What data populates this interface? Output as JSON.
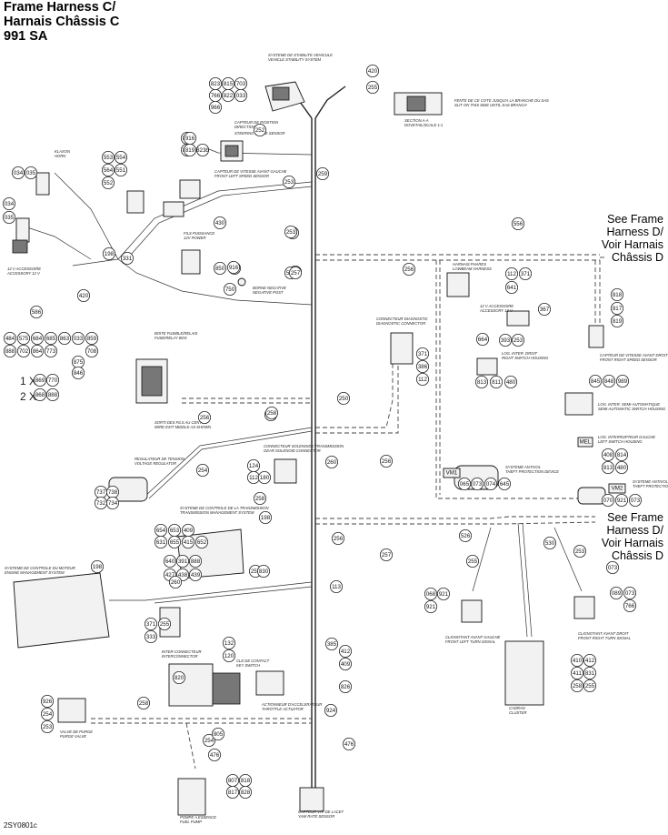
{
  "title": {
    "line1": "Frame Harness C/",
    "line2": "Harnais Châssis C",
    "line3": "991 SA"
  },
  "reference": "2SY0801c",
  "see_frame_1": {
    "l1": "See Frame",
    "l2": "Harness D/",
    "l3": "Voir Harnais",
    "l4": "Châssis D"
  },
  "see_frame_2": {
    "l1": "See Frame",
    "l2": "Harness D/",
    "l3": "Voir Harnais",
    "l4": "Châssis D"
  },
  "multipliers": {
    "one": "1 X",
    "two": "2 X"
  },
  "labels": [
    {
      "id": "vss",
      "text": "SYSTEME DE STABILITE VEHICULE",
      "text2": "VEHICLE STABILITY SYSTEM"
    },
    {
      "id": "section",
      "text": "SECTION A-A",
      "text2": "DOVETAIL/SCALE 1:1"
    },
    {
      "id": "fente",
      "text": "FENTE DE CE COTE JUSQU'A LA BRANCHE DU SAS",
      "text2": "SLIT ON THIS SIDE UNTIL SAS BRANCH"
    },
    {
      "id": "steer",
      "text": "CAPTEUR DE POSITION",
      "text2": "DIRECTION"
    },
    {
      "id": "steer2",
      "text": "STEERING ANGLE SENSOR",
      "text2": ""
    },
    {
      "id": "klaxon",
      "text": "KLAXON",
      "text2": "HORN"
    },
    {
      "id": "flspeed",
      "text": "CAPTEUR DE VITESSE AVANT GAUCHE",
      "text2": "FRONT LEFT SPEED SENSOR"
    },
    {
      "id": "power",
      "text": "FILS PUISSANCE",
      "text2": "12V POWER"
    },
    {
      "id": "negpost",
      "text": "BORNE NEGATIVE",
      "text2": "NEGATIVE POST"
    },
    {
      "id": "acc",
      "text": "12 V ACCESSOIRE",
      "text2": "ACCESSORY 12 V"
    },
    {
      "id": "lowbeam",
      "text": "HARNAIS PHARES",
      "text2": "LOWBEAM HARNESS"
    },
    {
      "id": "acc2",
      "text": "12 V ACCESSOIRE",
      "text2": "ACCESSORY 12 V"
    },
    {
      "id": "diag",
      "text": "CONNECTEUR DIAGNOSTIC",
      "text2": "DIAGNOSTIC CONNECTOR"
    },
    {
      "id": "fwd",
      "text": "LOG. INTER. DROIT",
      "text2": "RIGHT SWITCH HOUSING"
    },
    {
      "id": "frspeed",
      "text": "CAPTEUR DE VITESSE AVANT DROIT",
      "text2": "FRONT RIGHT SPEED SENSOR"
    },
    {
      "id": "fuse",
      "text": "BOITE FUSIBLE/RELAIS",
      "text2": "FUSE/RELAY BOX"
    },
    {
      "id": "fuse2",
      "text": "SORTI DES FILS AU CENTRE",
      "text2": "WIRE EXIT MIDDLE AS SHOWN"
    },
    {
      "id": "semiauto",
      "text": "LOG. INTER. SEMI-AUTOMATIQUE",
      "text2": "SEMI-AUTOMATIC SWITCH HOUSING"
    },
    {
      "id": "leftsw",
      "text": "LOG. INTERRUPTEUR GAUCHE",
      "text2": "LEFT SWITCH HOUSING"
    },
    {
      "id": "solenoid",
      "text": "CONNECTEUR SOLENOIDE TRANSMISSION",
      "text2": "GEAR SOLENOID CONNECTOR"
    },
    {
      "id": "regulator",
      "text": "REGULATEUR DE TENSION",
      "text2": "VOLTAGE REGULATOR"
    },
    {
      "id": "tcm",
      "text": "SYSTEME DE CONTROLE DE LA TRANSMISSION",
      "text2": "TRANSMISSION MANAGEMENT SYSTEM"
    },
    {
      "id": "theft1",
      "text": "SYSTEME ANTIVOL",
      "text2": "THEFT PROTECTION DEVICE"
    },
    {
      "id": "theft2",
      "text": "SYSTEME ANTIVOL",
      "text2": "THEFT PROTECTION DEVICE"
    },
    {
      "id": "ems",
      "text": "SYSTEME DE CONTROLE DU MOTEUR",
      "text2": "ENGINE MANAGEMENT SYSTEM"
    },
    {
      "id": "inter",
      "text": "INTER-CONNECTEUR",
      "text2": "INTERCONNECTOR"
    },
    {
      "id": "key",
      "text": "CLE DE CONTACT",
      "text2": "KEY SWITCH"
    },
    {
      "id": "throttle",
      "text": "ACTIONNEUR D'ACCELERATEUR",
      "text2": "THROTTLE ACTUATOR"
    },
    {
      "id": "fl",
      "text": "CLIGNOTANT AVANT GAUCHE",
      "text2": "FRONT LEFT TURN SIGNAL"
    },
    {
      "id": "fr",
      "text": "CLIGNOTANT AVANT DROIT",
      "text2": "FRONT RIGHT TURN SIGNAL"
    },
    {
      "id": "cluster",
      "text": "CADRAN",
      "text2": "CLUSTER"
    },
    {
      "id": "purge",
      "text": "VALVE DE PURGE",
      "text2": "PURGE VALVE"
    },
    {
      "id": "pump",
      "text": "POMPE A ESSENCE",
      "text2": "FUEL PUMP"
    },
    {
      "id": "rpm",
      "text": "CAPTEUR VIT. DE LACET",
      "text2": "YAW RATE SENSOR"
    }
  ],
  "tags": {
    "vm1": "VM1",
    "vm2": "VM2",
    "mel": "MEL"
  },
  "callouts": [
    "420",
    "255",
    "823",
    "815",
    "703",
    "766",
    "822",
    "033",
    "966",
    "252",
    "818",
    "817",
    "916",
    "819",
    "823b",
    "259",
    "553",
    "554",
    "564",
    "551",
    "552",
    "034",
    "035",
    "253",
    "430",
    "253",
    "253",
    "034",
    "035",
    "198",
    "331",
    "420",
    "586",
    "257",
    "850",
    "849",
    "750",
    "524",
    "916",
    "257",
    "250",
    "256",
    "556",
    "112",
    "371",
    "641",
    "367",
    "664",
    "393",
    "253",
    "371",
    "386",
    "112",
    "813",
    "811",
    "480",
    "818",
    "817",
    "819",
    "256",
    "845",
    "848",
    "989",
    "484",
    "575",
    "684",
    "685",
    "863",
    "033",
    "859",
    "888",
    "702",
    "864",
    "773",
    "708",
    "875",
    "846",
    "869",
    "770",
    "868",
    "888",
    "256",
    "258",
    "256",
    "254",
    "408",
    "814",
    "813",
    "480",
    "124",
    "112",
    "180",
    "260",
    "065",
    "073",
    "074",
    "645",
    "070",
    "921",
    "073",
    "737",
    "738",
    "732",
    "734",
    "258",
    "198",
    "654",
    "653",
    "409",
    "631",
    "655",
    "415",
    "652",
    "257",
    "526",
    "255",
    "253",
    "640",
    "391",
    "888",
    "427",
    "438",
    "439",
    "198",
    "255",
    "256",
    "530",
    "073",
    "068",
    "921",
    "921",
    "089",
    "073",
    "766",
    "260",
    "113",
    "385",
    "371",
    "255",
    "333",
    "830",
    "820",
    "132",
    "120",
    "412",
    "409",
    "410",
    "412",
    "411",
    "831",
    "258",
    "255",
    "826",
    "924",
    "926",
    "254",
    "253",
    "258",
    "254",
    "476",
    "476",
    "805",
    "807",
    "818",
    "817",
    "828"
  ]
}
